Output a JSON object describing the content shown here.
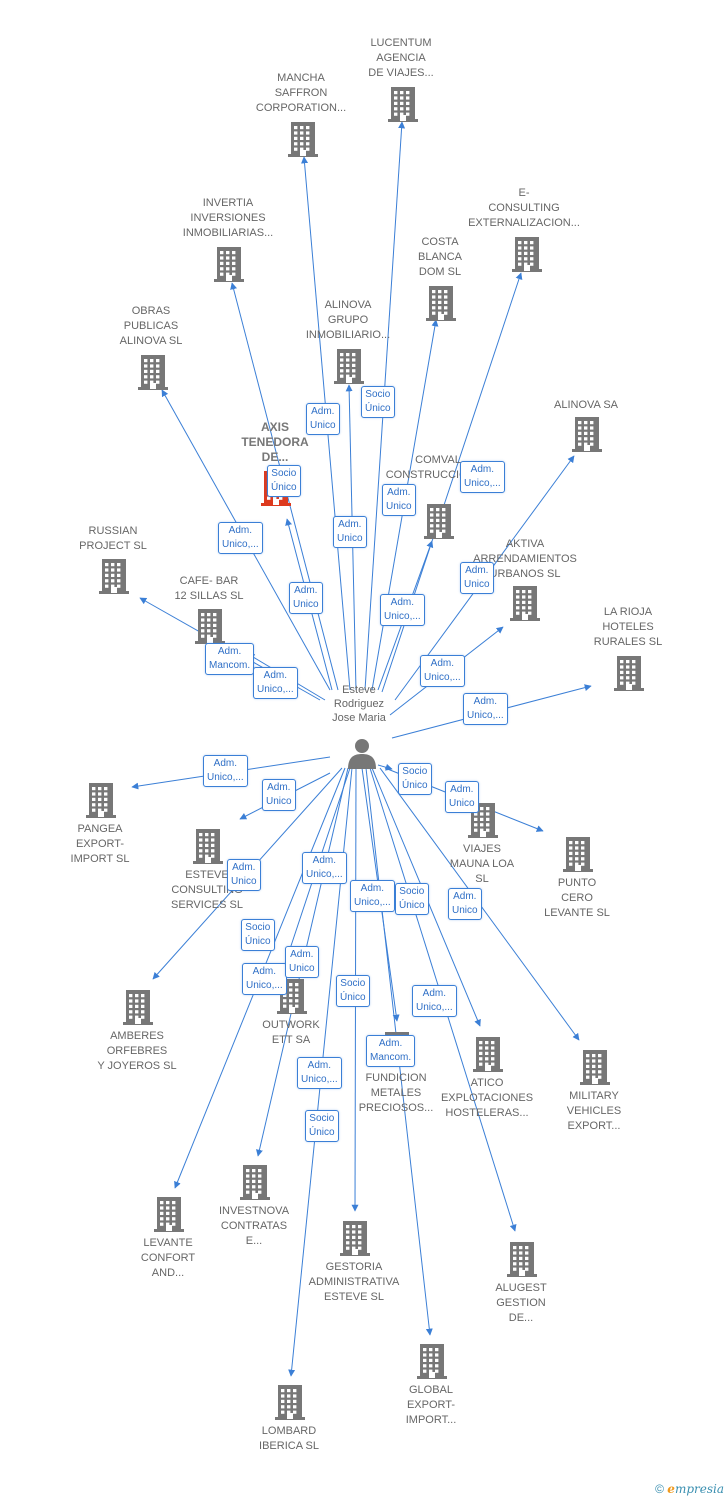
{
  "center": {
    "name_lines": [
      "Esteve",
      "Rodriguez",
      "Jose Maria"
    ]
  },
  "companies": [
    {
      "id": "lucentum",
      "lines": [
        "LUCENTUM",
        "AGENCIA",
        "DE VIAJES..."
      ]
    },
    {
      "id": "mancha",
      "lines": [
        "MANCHA",
        "SAFFRON",
        "CORPORATION..."
      ]
    },
    {
      "id": "econsulting",
      "lines": [
        "E-",
        "CONSULTING",
        "EXTERNALIZACION..."
      ]
    },
    {
      "id": "invertia",
      "lines": [
        "INVERTIA",
        "INVERSIONES",
        "INMOBILIARIAS..."
      ]
    },
    {
      "id": "costablanca",
      "lines": [
        "COSTA",
        "BLANCA",
        "DOM SL"
      ]
    },
    {
      "id": "obras",
      "lines": [
        "OBRAS",
        "PUBLICAS",
        "ALINOVA SL"
      ]
    },
    {
      "id": "alinovagrupo",
      "lines": [
        "ALINOVA",
        "GRUPO",
        "INMOBILIARIO..."
      ]
    },
    {
      "id": "alinovasa",
      "lines": [
        "ALINOVA SA"
      ]
    },
    {
      "id": "axis",
      "lines": [
        "AXIS",
        "TENEDORA",
        "DE..."
      ]
    },
    {
      "id": "comval",
      "lines": [
        "COMVAL",
        "CONSTRUCCIONES"
      ]
    },
    {
      "id": "russian",
      "lines": [
        "RUSSIAN",
        "PROJECT SL"
      ]
    },
    {
      "id": "aktiva",
      "lines": [
        "AKTIVA",
        "ARRENDAMIENTOS",
        "URBANOS SL"
      ]
    },
    {
      "id": "cafebar",
      "lines": [
        "CAFE- BAR",
        "12 SILLAS SL"
      ]
    },
    {
      "id": "larioja",
      "lines": [
        "LA RIOJA",
        "HOTELES",
        "RURALES SL"
      ]
    },
    {
      "id": "pangea",
      "lines": [
        "PANGEA",
        "EXPORT-",
        "IMPORT SL"
      ]
    },
    {
      "id": "estevecons",
      "lines": [
        "ESTEVE",
        "CONSULTING",
        "SERVICES SL"
      ]
    },
    {
      "id": "viajes",
      "lines": [
        "VIAJES",
        "MAUNA LOA",
        "SL"
      ]
    },
    {
      "id": "puntocero",
      "lines": [
        "PUNTO",
        "CERO",
        "LEVANTE SL"
      ]
    },
    {
      "id": "amberes",
      "lines": [
        "AMBERES",
        "ORFEBRES",
        "Y JOYEROS SL"
      ]
    },
    {
      "id": "outwork",
      "lines": [
        "OUTWORK",
        "ETT SA"
      ]
    },
    {
      "id": "fundicion",
      "lines": [
        "FUNDICION",
        "METALES",
        "PRECIOSOS..."
      ]
    },
    {
      "id": "atico",
      "lines": [
        "ATICO",
        "EXPLOTACIONES",
        "HOSTELERAS..."
      ]
    },
    {
      "id": "military",
      "lines": [
        "MILITARY",
        "VEHICLES",
        "EXPORT..."
      ]
    },
    {
      "id": "investnova",
      "lines": [
        "INVESTNOVA",
        "CONTRATAS",
        "E..."
      ]
    },
    {
      "id": "levante",
      "lines": [
        "LEVANTE",
        "CONFORT",
        "AND..."
      ]
    },
    {
      "id": "gestoria",
      "lines": [
        "GESTORIA",
        "ADMINISTRATIVA",
        "ESTEVE SL"
      ]
    },
    {
      "id": "alugest",
      "lines": [
        "ALUGEST",
        "GESTION",
        "DE..."
      ]
    },
    {
      "id": "global",
      "lines": [
        "GLOBAL",
        "EXPORT-",
        "IMPORT..."
      ]
    },
    {
      "id": "lombard",
      "lines": [
        "LOMBARD",
        "IBERICA SL"
      ]
    }
  ],
  "relations": [
    {
      "id": "r1",
      "lines": [
        "Adm.",
        "Unico"
      ]
    },
    {
      "id": "r2",
      "lines": [
        "Socio",
        "Único"
      ]
    },
    {
      "id": "r3",
      "lines": [
        "Socio",
        "Único"
      ]
    },
    {
      "id": "r4",
      "lines": [
        "Adm.",
        "Unico,..."
      ]
    },
    {
      "id": "r5",
      "lines": [
        "Adm.",
        "Unico"
      ]
    },
    {
      "id": "r6",
      "lines": [
        "Adm.",
        "Unico,..."
      ]
    },
    {
      "id": "r7",
      "lines": [
        "Adm.",
        "Unico"
      ]
    },
    {
      "id": "r8",
      "lines": [
        "Adm.",
        "Unico"
      ]
    },
    {
      "id": "r9",
      "lines": [
        "Adm.",
        "Unico,..."
      ]
    },
    {
      "id": "r10",
      "lines": [
        "Adm.",
        "Unico"
      ]
    },
    {
      "id": "r11",
      "lines": [
        "Adm.",
        "Mancom."
      ]
    },
    {
      "id": "r12",
      "lines": [
        "Adm.",
        "Unico,..."
      ]
    },
    {
      "id": "r13",
      "lines": [
        "Adm.",
        "Unico,..."
      ]
    },
    {
      "id": "r14",
      "lines": [
        "Adm.",
        "Unico,..."
      ]
    },
    {
      "id": "r15",
      "lines": [
        "Adm.",
        "Unico,..."
      ]
    },
    {
      "id": "r16",
      "lines": [
        "Adm.",
        "Unico"
      ]
    },
    {
      "id": "r17",
      "lines": [
        "Socio",
        "Único"
      ]
    },
    {
      "id": "r18",
      "lines": [
        "Adm.",
        "Unico"
      ]
    },
    {
      "id": "r19",
      "lines": [
        "Adm.",
        "Unico"
      ]
    },
    {
      "id": "r20",
      "lines": [
        "Socio",
        "Único"
      ]
    },
    {
      "id": "r21",
      "lines": [
        "Adm.",
        "Unico,..."
      ]
    },
    {
      "id": "r22",
      "lines": [
        "Adm.",
        "Unico,..."
      ]
    },
    {
      "id": "r23",
      "lines": [
        "Adm.",
        "Unico,..."
      ]
    },
    {
      "id": "r24",
      "lines": [
        "Socio",
        "Único"
      ]
    },
    {
      "id": "r25",
      "lines": [
        "Adm.",
        "Unico"
      ]
    },
    {
      "id": "r26",
      "lines": [
        "Socio",
        "Único"
      ]
    },
    {
      "id": "r27",
      "lines": [
        "Adm.",
        "Unico"
      ]
    },
    {
      "id": "r28",
      "lines": [
        "Adm.",
        "Unico,..."
      ]
    },
    {
      "id": "r29",
      "lines": [
        "Adm.",
        "Mancom."
      ]
    },
    {
      "id": "r30",
      "lines": [
        "Adm.",
        "Unico,..."
      ]
    },
    {
      "id": "r31",
      "lines": [
        "Socio",
        "Único"
      ]
    }
  ],
  "footer": {
    "copyright": "©",
    "brand_e": "e",
    "brand_rest": "mpresia"
  },
  "colors": {
    "edge": "#3b7fd6",
    "node": "#777777",
    "highlight": "#dd3a1e"
  }
}
